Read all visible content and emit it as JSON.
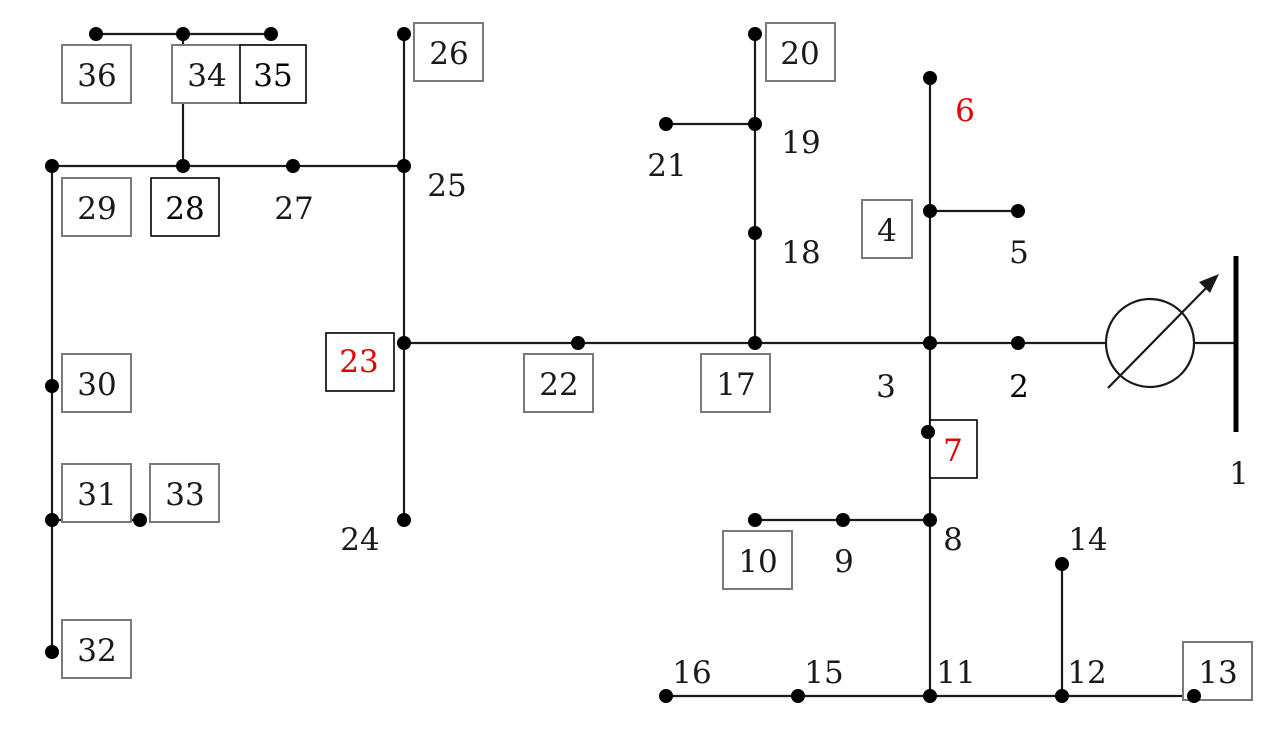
{
  "diagram": {
    "bus_labels": {
      "b1": "1",
      "b2": "2",
      "b3": "3",
      "b4": "4",
      "b5": "5",
      "b6": "6",
      "b7": "7",
      "b8": "8",
      "b9": "9",
      "b10": "10",
      "b11": "11",
      "b12": "12",
      "b13": "13",
      "b14": "14",
      "b15": "15",
      "b16": "16",
      "b17": "17",
      "b18": "18",
      "b19": "19",
      "b20": "20",
      "b21": "21",
      "b22": "22",
      "b23": "23",
      "b24": "24",
      "b25": "25",
      "b26": "26",
      "b27": "27",
      "b28": "28",
      "b29": "29",
      "b30": "30",
      "b31": "31",
      "b32": "32",
      "b33": "33",
      "b34": "34",
      "b35": "35",
      "b36": "36"
    },
    "colors": {
      "line": "#1a1a1a",
      "label": "#1a1a1a",
      "highlight_label": "#e60000",
      "box_border": "#7a7a7a",
      "dark_box_border": "#000000"
    },
    "highlighted_buses": [
      "6",
      "7",
      "23"
    ],
    "source_symbol": "transformer-icon"
  }
}
